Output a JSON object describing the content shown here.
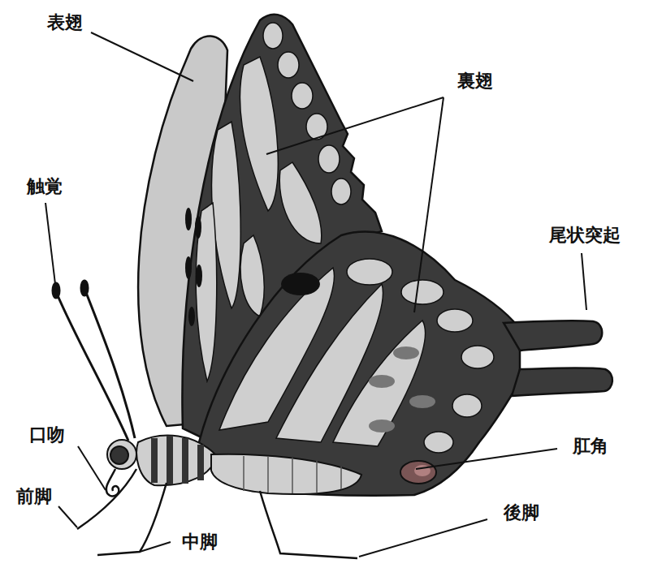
{
  "diagram": {
    "labels": [
      "表翅",
      "裏翅",
      "触覚",
      "尾状突起",
      "口吻",
      "前脚",
      "中脚",
      "肛角",
      "後脚"
    ]
  }
}
